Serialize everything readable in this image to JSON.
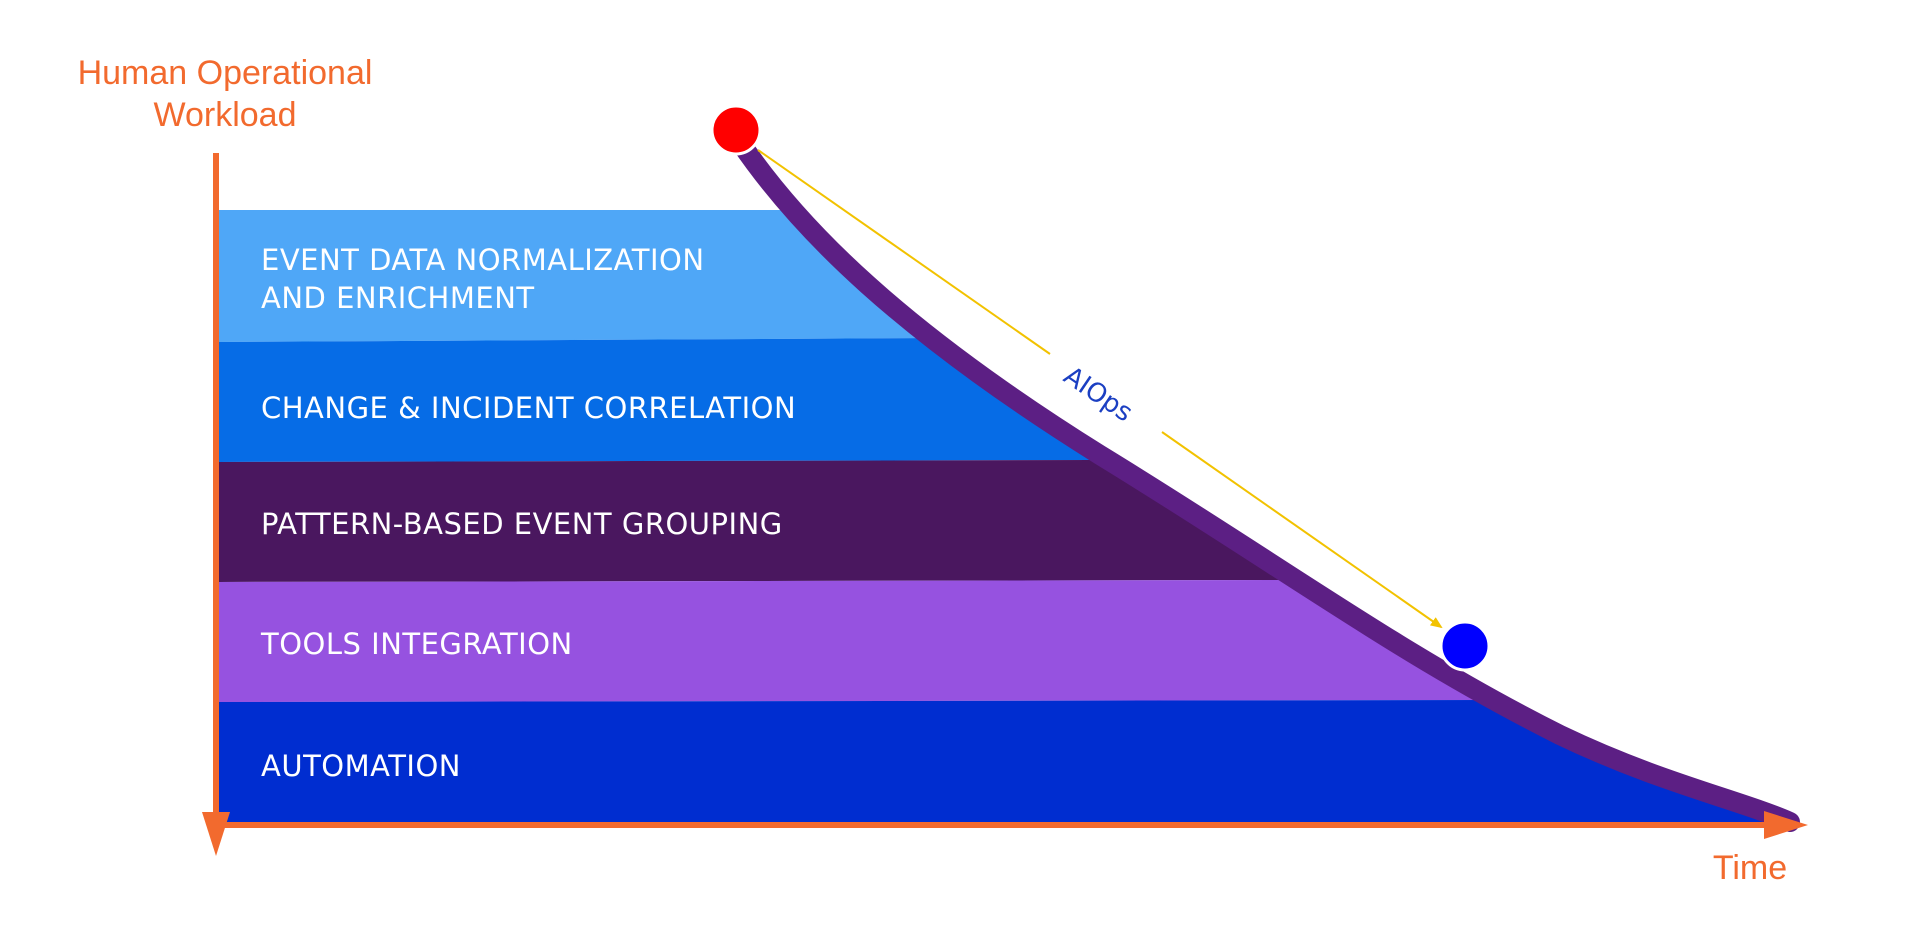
{
  "axes": {
    "y_title": "Human Operational Workload",
    "x_title": "Time"
  },
  "layers": [
    {
      "label_line1": "EVENT DATA NORMALIZATION",
      "label_line2": "AND ENRICHMENT",
      "color": "#4fa7f7"
    },
    {
      "label_line1": "CHANGE & INCIDENT CORRELATION",
      "label_line2": "",
      "color": "#066ce6"
    },
    {
      "label_line1": "PATTERN-BASED EVENT GROUPING",
      "label_line2": "",
      "color": "#4a175f"
    },
    {
      "label_line1": "TOOLS INTEGRATION",
      "label_line2": "",
      "color": "#9652e0"
    },
    {
      "label_line1": "AUTOMATION",
      "label_line2": "",
      "color": "#002dd0"
    }
  ],
  "curve": {
    "color": "#5c1f84"
  },
  "aiops": {
    "label": "AIOps",
    "arrow_color": "#f2c200",
    "start_color": "#ff0000",
    "end_color": "#0000ff"
  },
  "axis_color": "#f26a2e"
}
